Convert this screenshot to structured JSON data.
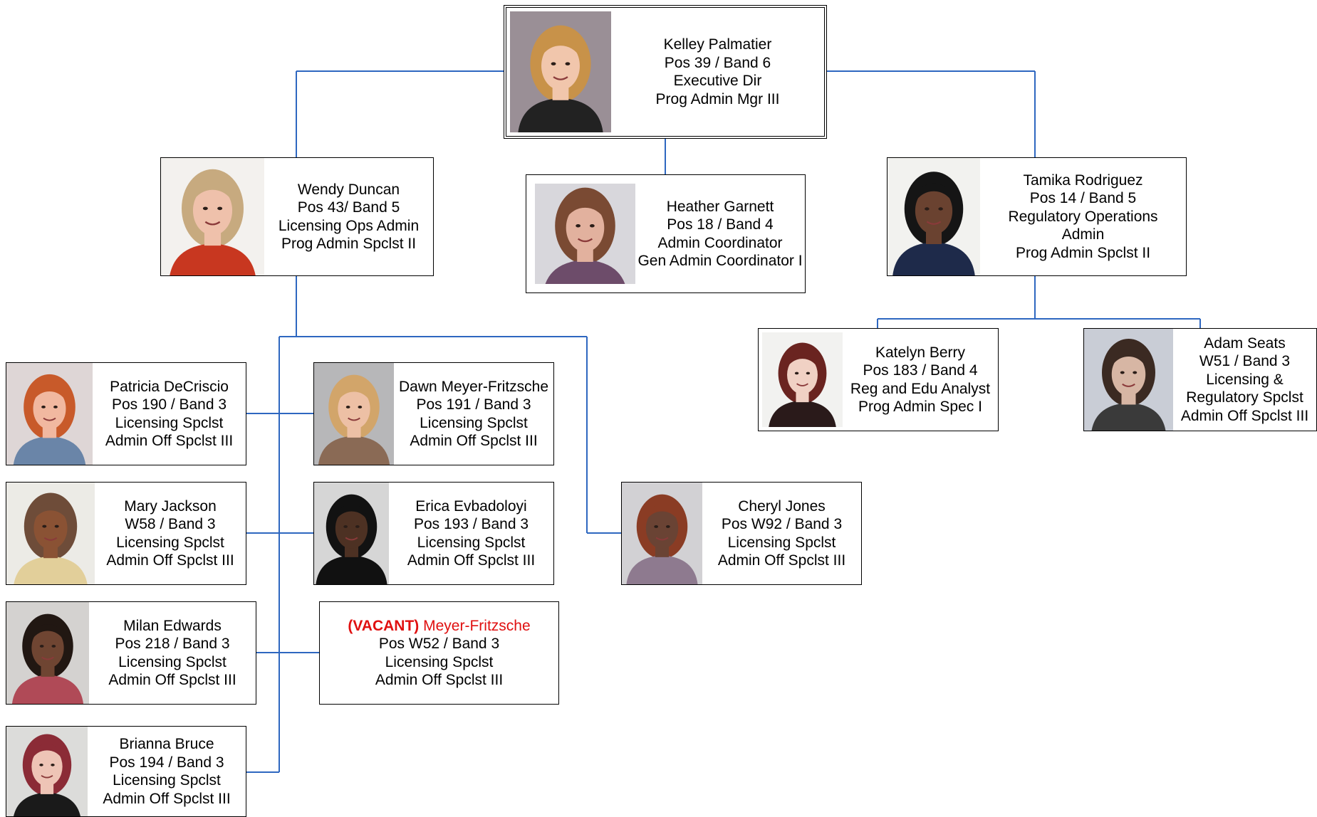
{
  "colors": {
    "connector": "#2e67c0",
    "vacant": "#e01010",
    "border": "#000000"
  },
  "nodes": {
    "root": {
      "lines": [
        "Kelley Palmatier",
        "Pos 39 / Band 6",
        "Executive Dir",
        "Prog Admin Mgr III"
      ],
      "photo": "photo-kelley"
    },
    "wendy": {
      "lines": [
        "Wendy Duncan",
        "Pos 43/ Band 5",
        "Licensing Ops Admin",
        "Prog Admin Spclst II"
      ],
      "photo": "photo-wendy"
    },
    "heather": {
      "lines": [
        "Heather Garnett",
        "Pos 18 / Band 4",
        "Admin Coordinator",
        "Gen Admin Coordinator I"
      ],
      "photo": "photo-heather"
    },
    "tamika": {
      "lines": [
        "Tamika Rodriguez",
        "Pos 14 / Band 5",
        "Regulatory Operations",
        "Admin",
        "Prog Admin Spclst II"
      ],
      "photo": "photo-tamika"
    },
    "katelyn": {
      "lines": [
        "Katelyn Berry",
        "Pos 183 / Band 4",
        "Reg and Edu Analyst",
        "Prog Admin Spec I"
      ],
      "photo": "photo-katelyn"
    },
    "adam": {
      "lines": [
        "Adam Seats",
        "W51 / Band 3",
        "Licensing &",
        "Regulatory Spclst",
        "Admin Off Spclst III"
      ],
      "photo": "photo-adam"
    },
    "patricia": {
      "lines": [
        "Patricia DeCriscio",
        "Pos 190 / Band 3",
        "Licensing Spclst",
        "Admin Off Spclst III"
      ],
      "photo": "photo-patricia"
    },
    "dawn": {
      "lines": [
        "Dawn Meyer-Fritzsche",
        "Pos 191 / Band 3",
        "Licensing Spclst",
        "Admin Off Spclst III"
      ],
      "photo": "photo-dawn"
    },
    "mary": {
      "lines": [
        "Mary Jackson",
        "W58 / Band 3",
        "Licensing Spclst",
        "Admin Off Spclst III"
      ],
      "photo": "photo-mary"
    },
    "erica": {
      "lines": [
        "Erica Evbadoloyi",
        "Pos 193 / Band 3",
        "Licensing Spclst",
        "Admin Off Spclst III"
      ],
      "photo": "photo-erica"
    },
    "cheryl": {
      "lines": [
        "Cheryl Jones",
        "Pos W92 / Band 3",
        "Licensing Spclst",
        "Admin Off Spclst III"
      ],
      "photo": "photo-cheryl"
    },
    "milan": {
      "lines": [
        "Milan Edwards",
        "Pos 218 / Band 3",
        "Licensing Spclst",
        "Admin Off Spclst III"
      ],
      "photo": "photo-milan"
    },
    "vacant": {
      "tag": "(VACANT)",
      "name": " Meyer-Fritzsche",
      "lines": [
        "Pos W52 / Band 3",
        "Licensing Spclst",
        "Admin Off Spclst III"
      ]
    },
    "brianna": {
      "lines": [
        "Brianna Bruce",
        "Pos 194 / Band 3",
        "Licensing Spclst",
        "Admin Off Spclst III"
      ],
      "photo": "photo-brianna"
    }
  }
}
